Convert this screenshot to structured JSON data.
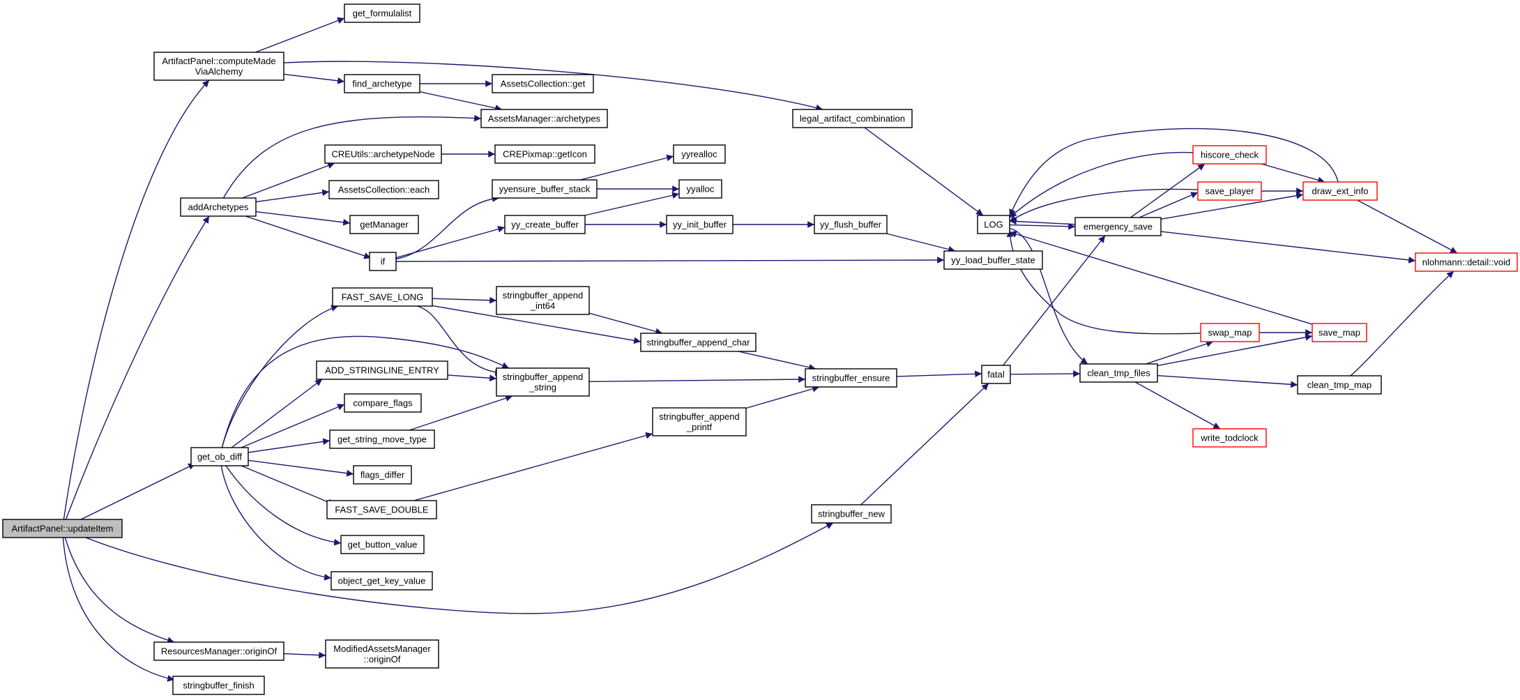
{
  "graph": {
    "edge_color": "#191970",
    "box_stroke": "#000000",
    "truncated_box_stroke": "#ff0000",
    "root_fill": "#bfbfbf",
    "nodes": [
      {
        "id": "updateItem",
        "lines": [
          "ArtifactPanel::updateItem"
        ],
        "style": "root"
      },
      {
        "id": "computeMade",
        "lines": [
          "ArtifactPanel::computeMade",
          "ViaAlchemy"
        ],
        "style": "normal"
      },
      {
        "id": "get_formulalist",
        "lines": [
          "get_formulalist"
        ],
        "style": "normal"
      },
      {
        "id": "find_archetype",
        "lines": [
          "find_archetype"
        ],
        "style": "normal"
      },
      {
        "id": "AC_get",
        "lines": [
          "AssetsCollection::get"
        ],
        "style": "normal"
      },
      {
        "id": "AM_archetypes",
        "lines": [
          "AssetsManager::archetypes"
        ],
        "style": "normal"
      },
      {
        "id": "legal_artifact",
        "lines": [
          "legal_artifact_combination"
        ],
        "style": "normal"
      },
      {
        "id": "addArchetypes",
        "lines": [
          "addArchetypes"
        ],
        "style": "normal"
      },
      {
        "id": "CREUtils",
        "lines": [
          "CREUtils::archetypeNode"
        ],
        "style": "normal"
      },
      {
        "id": "CREPixmap",
        "lines": [
          "CREPixmap::getIcon"
        ],
        "style": "normal"
      },
      {
        "id": "AC_each",
        "lines": [
          "AssetsCollection::each"
        ],
        "style": "normal"
      },
      {
        "id": "getManager",
        "lines": [
          "getManager"
        ],
        "style": "normal"
      },
      {
        "id": "if",
        "lines": [
          "if"
        ],
        "style": "normal"
      },
      {
        "id": "yyrealloc",
        "lines": [
          "yyrealloc"
        ],
        "style": "normal"
      },
      {
        "id": "yyensure",
        "lines": [
          "yyensure_buffer_stack"
        ],
        "style": "normal"
      },
      {
        "id": "yyalloc",
        "lines": [
          "yyalloc"
        ],
        "style": "normal"
      },
      {
        "id": "yy_create_buffer",
        "lines": [
          "yy_create_buffer"
        ],
        "style": "normal"
      },
      {
        "id": "yy_init_buffer",
        "lines": [
          "yy_init_buffer"
        ],
        "style": "normal"
      },
      {
        "id": "yy_flush_buffer",
        "lines": [
          "yy_flush_buffer"
        ],
        "style": "normal"
      },
      {
        "id": "yy_load_buffer_state",
        "lines": [
          "yy_load_buffer_state"
        ],
        "style": "normal"
      },
      {
        "id": "LOG",
        "lines": [
          "LOG"
        ],
        "style": "normal"
      },
      {
        "id": "emergency_save",
        "lines": [
          "emergency_save"
        ],
        "style": "normal"
      },
      {
        "id": "hiscore_check",
        "lines": [
          "hiscore_check"
        ],
        "style": "truncated"
      },
      {
        "id": "save_player",
        "lines": [
          "save_player"
        ],
        "style": "truncated"
      },
      {
        "id": "draw_ext_info",
        "lines": [
          "draw_ext_info"
        ],
        "style": "truncated"
      },
      {
        "id": "nlohmann_void",
        "lines": [
          "nlohmann::detail::void"
        ],
        "style": "truncated"
      },
      {
        "id": "FAST_SAVE_LONG",
        "lines": [
          "FAST_SAVE_LONG"
        ],
        "style": "normal"
      },
      {
        "id": "sb_append_int64",
        "lines": [
          "stringbuffer_append",
          "_int64"
        ],
        "style": "normal"
      },
      {
        "id": "sb_append_char",
        "lines": [
          "stringbuffer_append_char"
        ],
        "style": "normal"
      },
      {
        "id": "ADD_STRINGLINE",
        "lines": [
          "ADD_STRINGLINE_ENTRY"
        ],
        "style": "normal"
      },
      {
        "id": "sb_append_string",
        "lines": [
          "stringbuffer_append",
          "_string"
        ],
        "style": "normal"
      },
      {
        "id": "compare_flags",
        "lines": [
          "compare_flags"
        ],
        "style": "normal"
      },
      {
        "id": "get_ob_diff",
        "lines": [
          "get_ob_diff"
        ],
        "style": "normal"
      },
      {
        "id": "get_string_move_type",
        "lines": [
          "get_string_move_type"
        ],
        "style": "normal"
      },
      {
        "id": "flags_differ",
        "lines": [
          "flags_differ"
        ],
        "style": "normal"
      },
      {
        "id": "FAST_SAVE_DOUBLE",
        "lines": [
          "FAST_SAVE_DOUBLE"
        ],
        "style": "normal"
      },
      {
        "id": "get_button_value",
        "lines": [
          "get_button_value"
        ],
        "style": "normal"
      },
      {
        "id": "object_get_key_value",
        "lines": [
          "object_get_key_value"
        ],
        "style": "normal"
      },
      {
        "id": "sb_append_printf",
        "lines": [
          "stringbuffer_append",
          "_printf"
        ],
        "style": "normal"
      },
      {
        "id": "sb_ensure",
        "lines": [
          "stringbuffer_ensure"
        ],
        "style": "normal"
      },
      {
        "id": "fatal",
        "lines": [
          "fatal"
        ],
        "style": "normal"
      },
      {
        "id": "clean_tmp_files",
        "lines": [
          "clean_tmp_files"
        ],
        "style": "normal"
      },
      {
        "id": "swap_map",
        "lines": [
          "swap_map"
        ],
        "style": "truncated"
      },
      {
        "id": "save_map",
        "lines": [
          "save_map"
        ],
        "style": "truncated"
      },
      {
        "id": "clean_tmp_map",
        "lines": [
          "clean_tmp_map"
        ],
        "style": "normal"
      },
      {
        "id": "write_todclock",
        "lines": [
          "write_todclock"
        ],
        "style": "truncated"
      },
      {
        "id": "sb_new",
        "lines": [
          "stringbuffer_new"
        ],
        "style": "normal"
      },
      {
        "id": "RM_originOf",
        "lines": [
          "ResourcesManager::originOf"
        ],
        "style": "normal"
      },
      {
        "id": "MAM_originOf",
        "lines": [
          "ModifiedAssetsManager",
          "::originOf"
        ],
        "style": "normal"
      },
      {
        "id": "sb_finish",
        "lines": [
          "stringbuffer_finish"
        ],
        "style": "normal"
      }
    ]
  }
}
